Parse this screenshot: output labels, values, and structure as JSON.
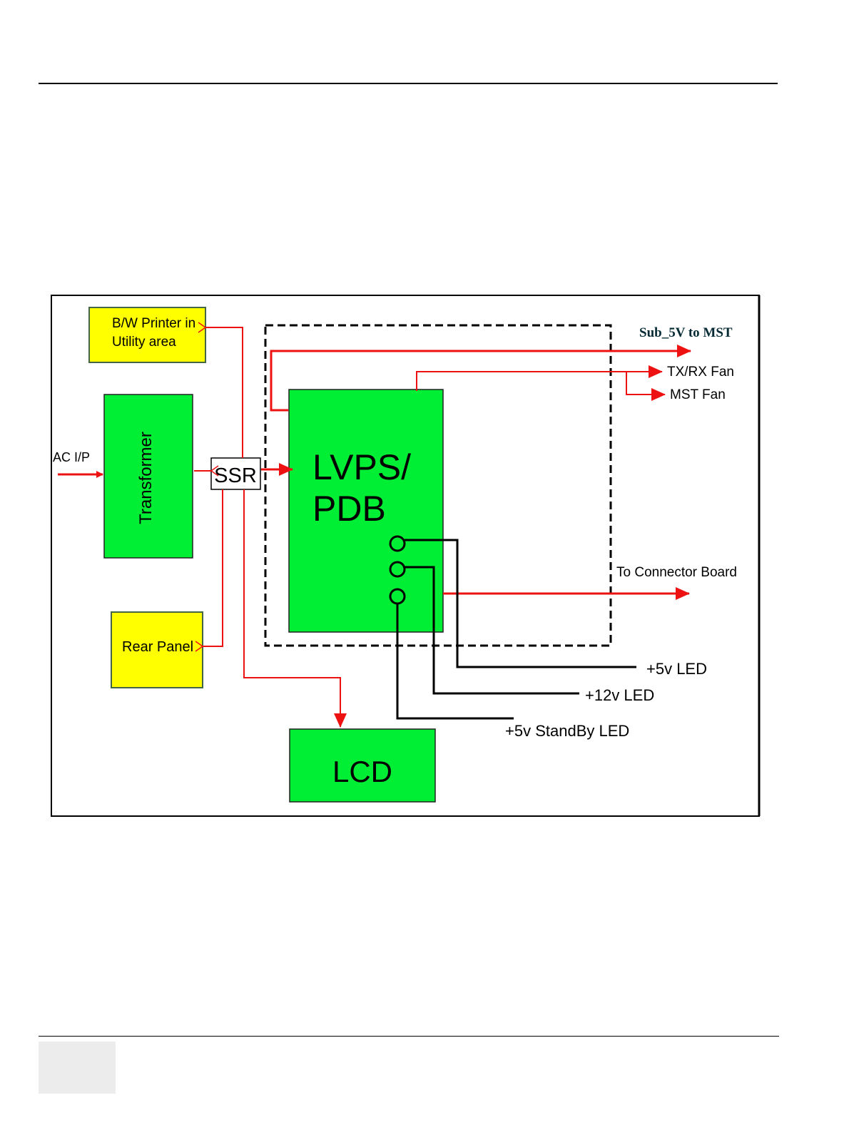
{
  "diagram": {
    "blocks": {
      "printer_line1": "B/W Printer in",
      "printer_line2": "Utility area",
      "transformer": "Transformer",
      "ssr": "SSR",
      "lvps_line1": "LVPS/",
      "lvps_line2": "PDB",
      "rear_panel": "Rear Panel",
      "lcd": "LCD"
    },
    "labels": {
      "ac_input": "AC I/P",
      "sub_5v": "Sub_5V to MST",
      "txrx_fan": "TX/RX Fan",
      "mst_fan": "MST Fan",
      "connector_board": "To Connector Board",
      "led_5v": "+5v LED",
      "led_12v": "+12v LED",
      "led_standby": "+5v StandBy LED"
    },
    "colors": {
      "power_line": "#ee1111",
      "signal_line": "#000000",
      "green_block": "#00ee33",
      "yellow_block": "#ffff00",
      "title_text": "#062a33"
    }
  }
}
